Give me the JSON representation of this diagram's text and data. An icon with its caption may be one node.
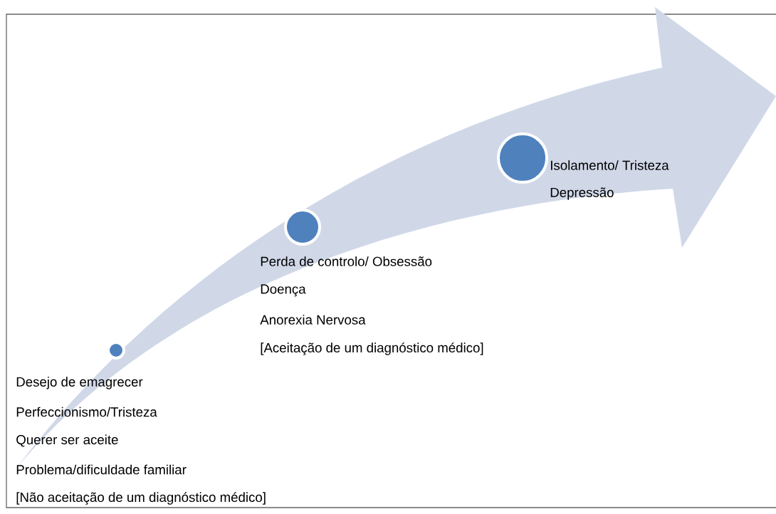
{
  "diagram": {
    "nodes": [
      {
        "text": [],
        "shape": "circle",
        "beside": [
          "Desejo de emagrecer",
          "Perfeccionismo/Tristeza",
          "Querer ser aceite",
          "Problema/dificuldade familiar",
          "[Não aceitação de um diagnóstico médico]"
        ]
      },
      {
        "text": [],
        "shape": "circle",
        "beside": [
          "Perda de controlo/ Obsessão",
          "Doença",
          "Anorexia Nervosa",
          "[Aceitação de um diagnóstico médico]"
        ]
      },
      {
        "text": [],
        "shape": "circle",
        "beside": [
          "Isolamento/ Tristeza",
          "Depressão"
        ]
      }
    ]
  }
}
